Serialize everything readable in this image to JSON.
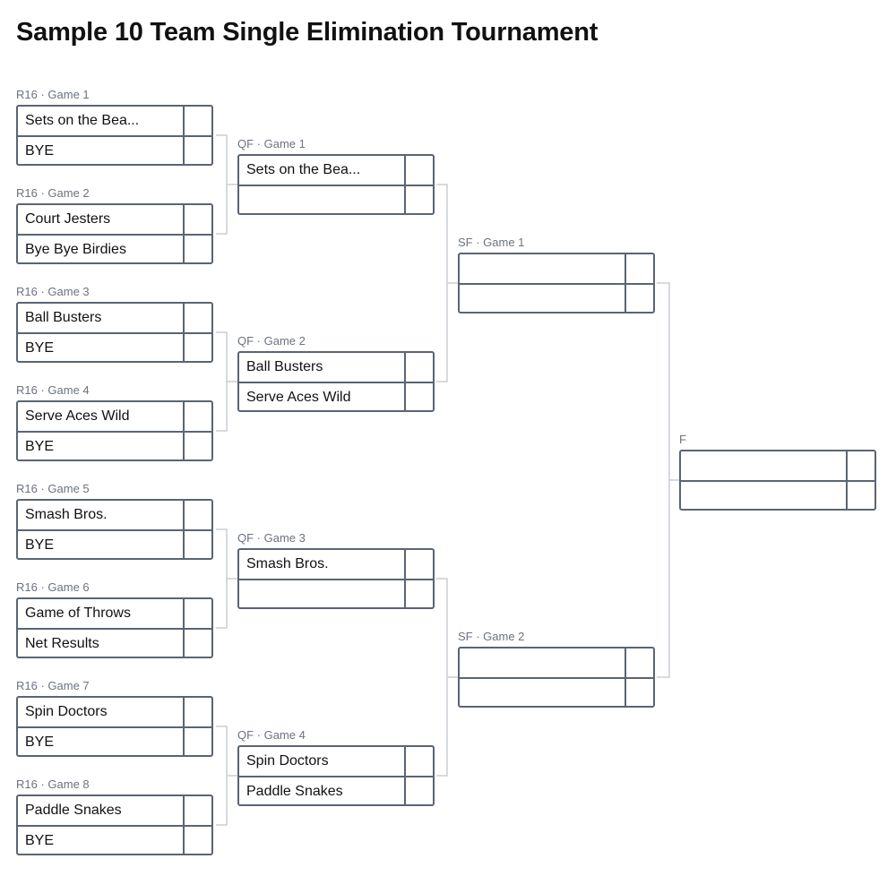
{
  "title": "Sample 10 Team Single Elimination Tournament",
  "colors": {
    "border": "#5b6472",
    "connector": "#c9cfd6",
    "label": "#6b7280"
  },
  "matches": [
    {
      "label": "R16 · Game 1",
      "team1": "Sets on the Bea...",
      "team2": "BYE",
      "score1": "",
      "score2": ""
    },
    {
      "label": "R16 · Game 2",
      "team1": "Court Jesters",
      "team2": "Bye Bye Birdies",
      "score1": "",
      "score2": ""
    },
    {
      "label": "R16 · Game 3",
      "team1": "Ball Busters",
      "team2": "BYE",
      "score1": "",
      "score2": ""
    },
    {
      "label": "R16 · Game 4",
      "team1": "Serve Aces Wild",
      "team2": "BYE",
      "score1": "",
      "score2": ""
    },
    {
      "label": "R16 · Game 5",
      "team1": "Smash Bros.",
      "team2": "BYE",
      "score1": "",
      "score2": ""
    },
    {
      "label": "R16 · Game 6",
      "team1": "Game of Throws",
      "team2": "Net Results",
      "score1": "",
      "score2": ""
    },
    {
      "label": "R16 · Game 7",
      "team1": "Spin Doctors",
      "team2": "BYE",
      "score1": "",
      "score2": ""
    },
    {
      "label": "R16 · Game 8",
      "team1": "Paddle Snakes",
      "team2": "BYE",
      "score1": "",
      "score2": ""
    },
    {
      "label": "QF · Game 1",
      "team1": "Sets on the Bea...",
      "team2": "",
      "score1": "",
      "score2": ""
    },
    {
      "label": "QF · Game 2",
      "team1": "Ball Busters",
      "team2": "Serve Aces Wild",
      "score1": "",
      "score2": ""
    },
    {
      "label": "QF · Game 3",
      "team1": "Smash Bros.",
      "team2": "",
      "score1": "",
      "score2": ""
    },
    {
      "label": "QF · Game 4",
      "team1": "Spin Doctors",
      "team2": "Paddle Snakes",
      "score1": "",
      "score2": ""
    },
    {
      "label": "SF · Game 1",
      "team1": "",
      "team2": "",
      "score1": "",
      "score2": ""
    },
    {
      "label": "SF · Game 2",
      "team1": "",
      "team2": "",
      "score1": "",
      "score2": ""
    },
    {
      "label": "F",
      "team1": "",
      "team2": "",
      "score1": "",
      "score2": ""
    }
  ]
}
